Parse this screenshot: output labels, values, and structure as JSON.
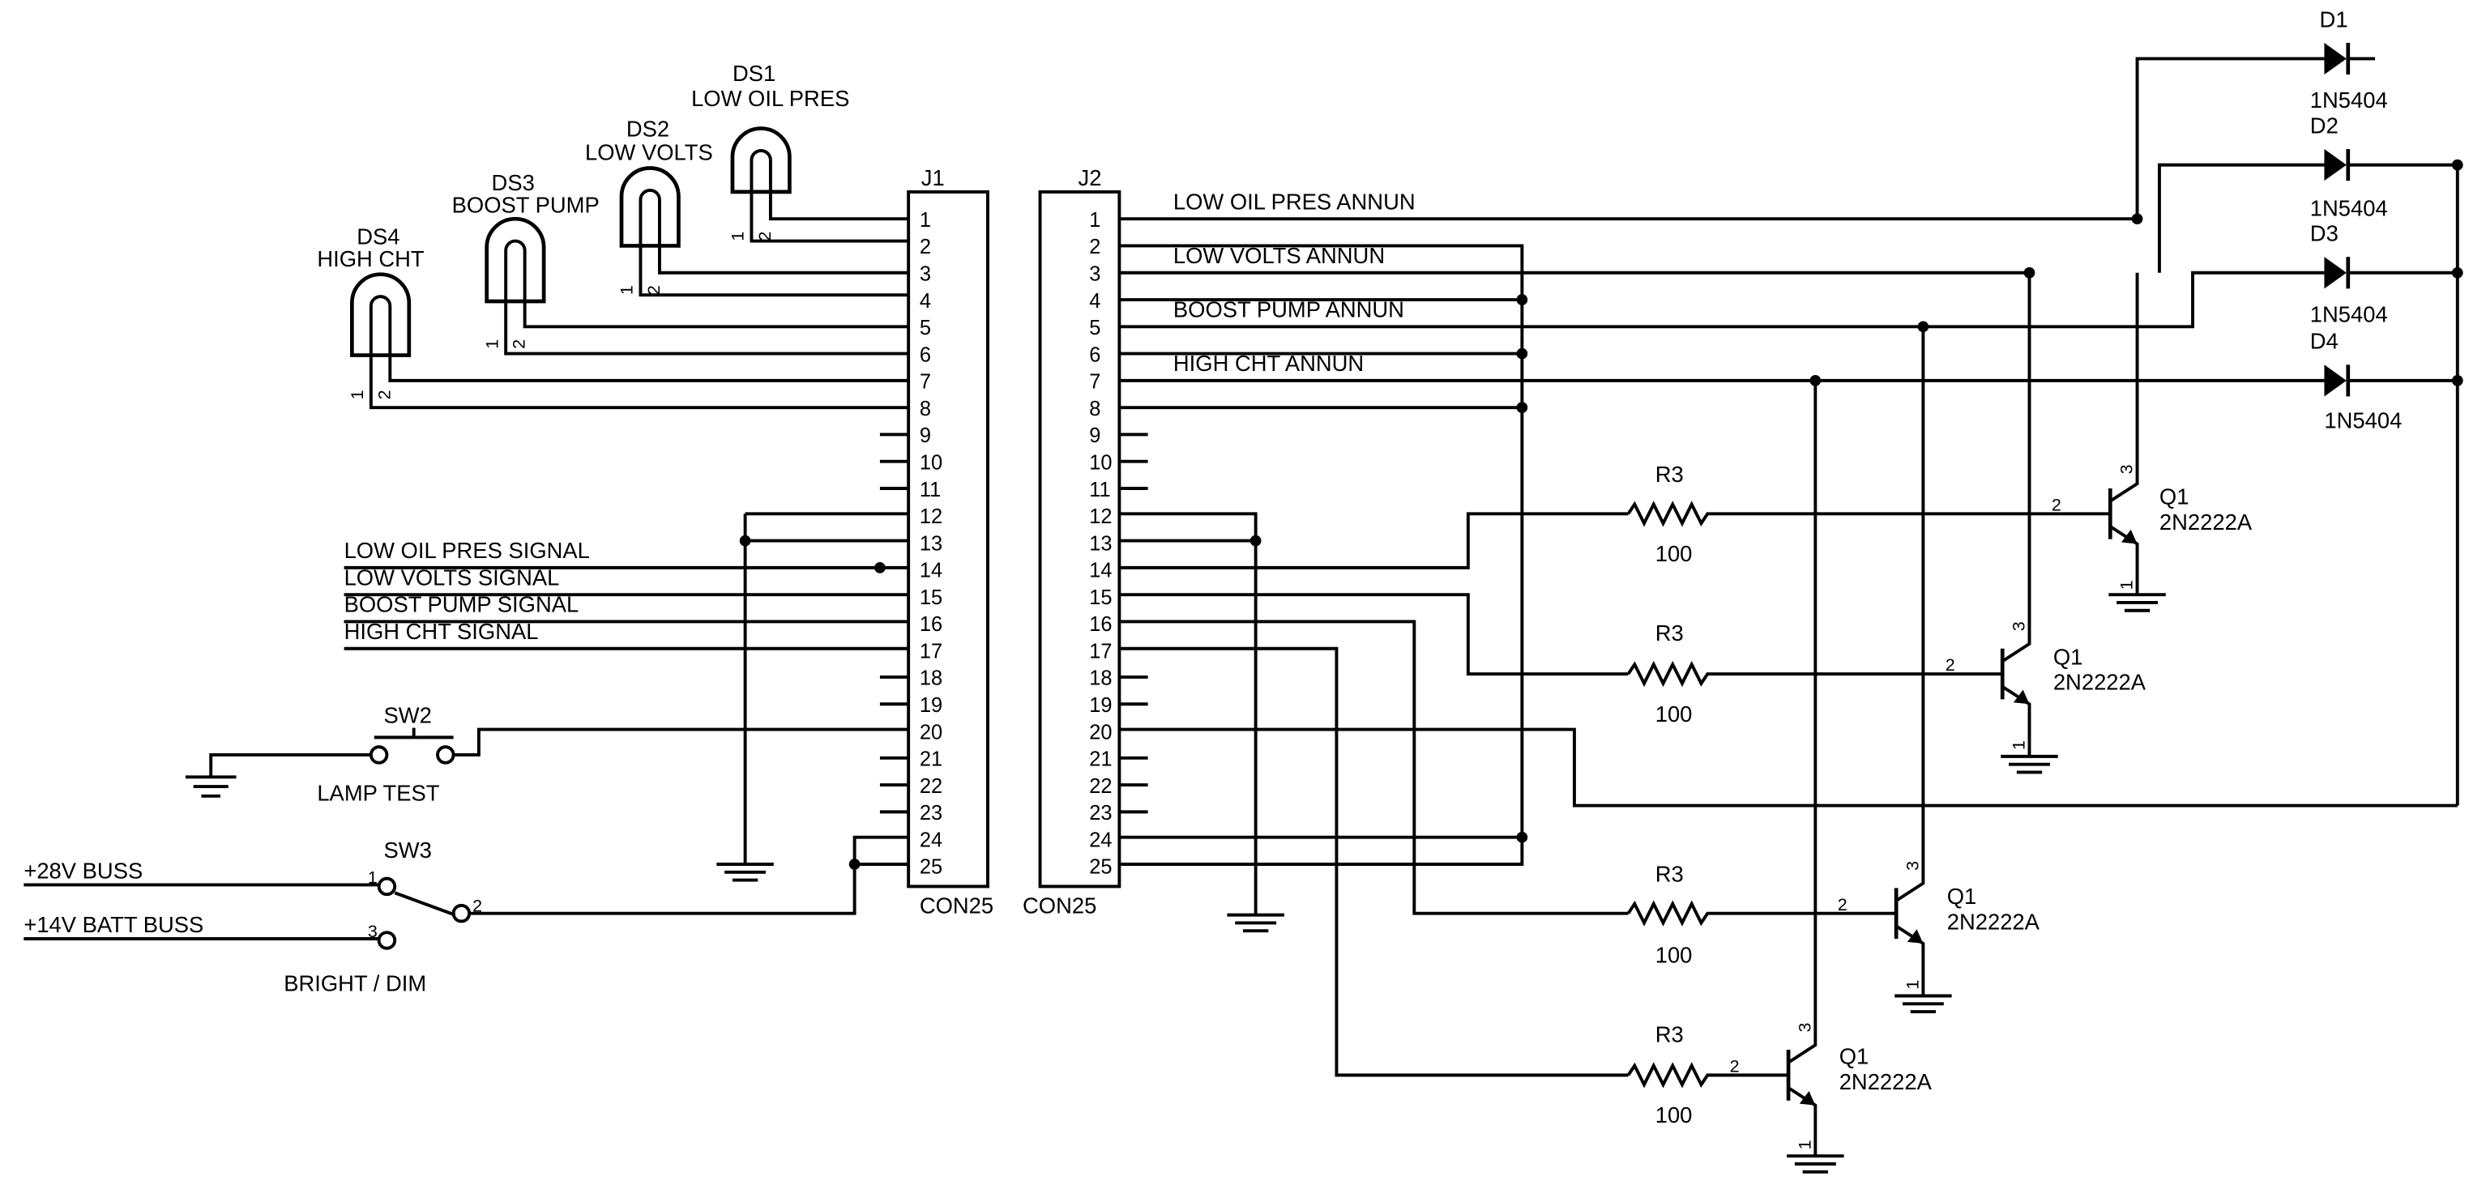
{
  "connectors": {
    "j1": {
      "ref": "J1",
      "part": "CON25"
    },
    "j2": {
      "ref": "J2",
      "part": "CON25"
    },
    "pins": [
      "1",
      "2",
      "3",
      "4",
      "5",
      "6",
      "7",
      "8",
      "9",
      "10",
      "11",
      "12",
      "13",
      "14",
      "15",
      "16",
      "17",
      "18",
      "19",
      "20",
      "21",
      "22",
      "23",
      "24",
      "25"
    ]
  },
  "lamps": [
    {
      "ref": "DS1",
      "name": "LOW OIL PRES",
      "pin1": "1",
      "pin2": "2"
    },
    {
      "ref": "DS2",
      "name": "LOW VOLTS",
      "pin1": "1",
      "pin2": "2"
    },
    {
      "ref": "DS3",
      "name": "BOOST PUMP",
      "pin1": "1",
      "pin2": "2"
    },
    {
      "ref": "DS4",
      "name": "HIGH CHT",
      "pin1": "1",
      "pin2": "2"
    }
  ],
  "signals": [
    "LOW OIL PRES SIGNAL",
    "LOW VOLTS SIGNAL",
    "BOOST PUMP SIGNAL",
    "HIGH CHT SIGNAL"
  ],
  "annunciators": [
    "LOW OIL PRES ANNUN",
    "LOW VOLTS ANNUN",
    "BOOST PUMP ANNUN",
    "HIGH CHT ANNUN"
  ],
  "switches": {
    "sw2": {
      "ref": "SW2",
      "name": "LAMP TEST"
    },
    "sw3": {
      "ref": "SW3",
      "name": "BRIGHT / DIM",
      "pin1": "1",
      "pin2": "2",
      "pin3": "3"
    }
  },
  "buses": [
    "+28V BUSS",
    "+14V BATT BUSS"
  ],
  "diodes": [
    {
      "ref": "D1",
      "part": "1N5404"
    },
    {
      "ref": "D2",
      "part": "1N5404"
    },
    {
      "ref": "D3",
      "part": "1N5404"
    },
    {
      "ref": "D4",
      "part": "1N5404"
    }
  ],
  "resistors": [
    {
      "ref": "R3",
      "value": "100"
    },
    {
      "ref": "R3",
      "value": "100"
    },
    {
      "ref": "R3",
      "value": "100"
    },
    {
      "ref": "R3",
      "value": "100"
    }
  ],
  "transistors": [
    {
      "ref": "Q1",
      "part": "2N2222A",
      "b": "2",
      "c": "3",
      "e": "1"
    },
    {
      "ref": "Q1",
      "part": "2N2222A",
      "b": "2",
      "c": "3",
      "e": "1"
    },
    {
      "ref": "Q1",
      "part": "2N2222A",
      "b": "2",
      "c": "3",
      "e": "1"
    },
    {
      "ref": "Q1",
      "part": "2N2222A",
      "b": "2",
      "c": "3",
      "e": "1"
    }
  ]
}
